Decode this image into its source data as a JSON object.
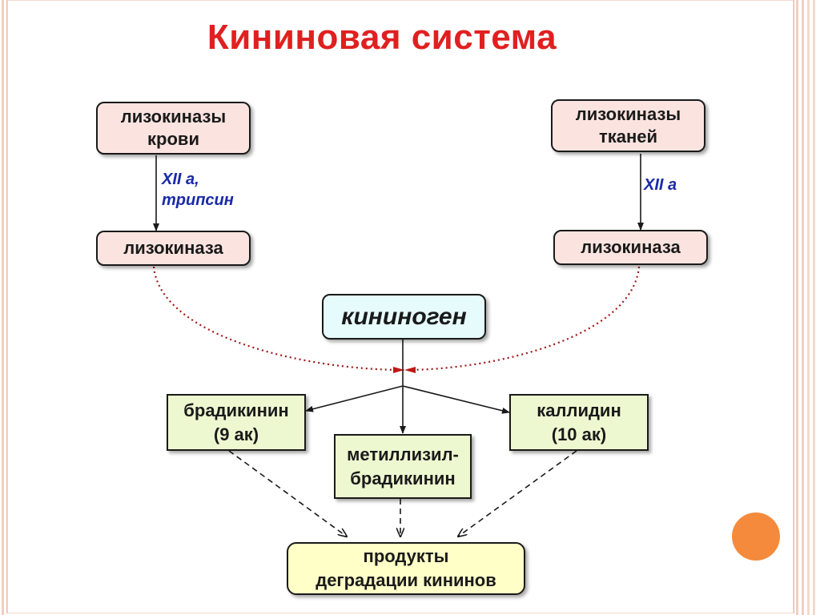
{
  "title": "Кининовая система",
  "colors": {
    "title": "#e02020",
    "enzyme_text": "#1a2aa8",
    "pink_box": "#fbe4e0",
    "cyan_box": "#e6fbfb",
    "green_box": "#eef8d0",
    "yellow_box": "#ffffc8",
    "dotted_curve": "#a01818",
    "accent_circle": "#f58a3c"
  },
  "left_branch": {
    "source": [
      "лизокиназы",
      "крови"
    ],
    "enzyme": [
      "XII а,",
      "трипсин"
    ],
    "product": "лизокиназа"
  },
  "right_branch": {
    "source": [
      "лизокиназы",
      "тканей"
    ],
    "enzyme": [
      "XII а"
    ],
    "product": "лизокиназа"
  },
  "center": {
    "substrate": "кининоген"
  },
  "kinins": {
    "left": [
      "брадикинин",
      "(9 ак)"
    ],
    "middle": [
      "метиллизил-",
      "брадикинин"
    ],
    "right": [
      "каллидин",
      "(10 ак)"
    ]
  },
  "degradation": [
    "продукты",
    "деградации кининов"
  ]
}
